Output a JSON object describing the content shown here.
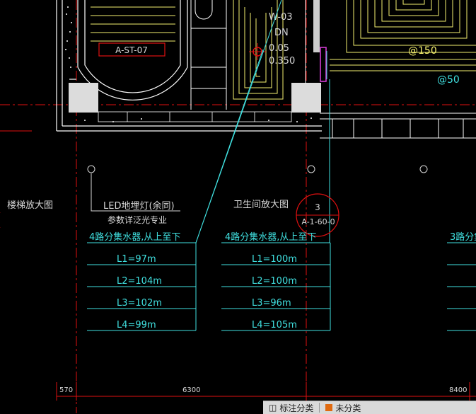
{
  "drawing": {
    "room_labels": {
      "stair": "A-ST-07",
      "stair_enlarged": "楼梯放大图",
      "bathroom_enlarged": "卫生间放大图",
      "led_light": "LED地埋灯(余同)",
      "led_note": "参数详泛光专业"
    },
    "section_mark": {
      "number": "3",
      "sheet": "A-1-60-0"
    },
    "pipe_spacing": {
      "upper": "@150",
      "lower": "@50"
    },
    "elevation_tags": [
      "W-03",
      "DN",
      "0.05",
      "0.350"
    ],
    "manifolds": [
      {
        "title": "4路分集水器,从上至下",
        "loops": [
          "L1=97m",
          "L2=104m",
          "L3=102m",
          "L4=99m"
        ]
      },
      {
        "title": "4路分集水器,从上至下",
        "loops": [
          "L1=100m",
          "L2=100m",
          "L3=96m",
          "L4=105m"
        ]
      },
      {
        "title": "3路分集"
      }
    ],
    "dimensions": [
      "570",
      "6300",
      "8400"
    ],
    "colors": {
      "grid_red": "#e01010",
      "wall_white": "#ffffff",
      "pipe_yellow": "#f4f070",
      "leader_cyan": "#40e0e0",
      "text_white": "#d8d8d8",
      "magenta": "#e040e0"
    }
  },
  "taskbar": {
    "items": [
      {
        "icon": "layer-icon",
        "label": "标注分类"
      },
      {
        "icon": "orange-square-icon",
        "label": "未分类"
      }
    ]
  }
}
